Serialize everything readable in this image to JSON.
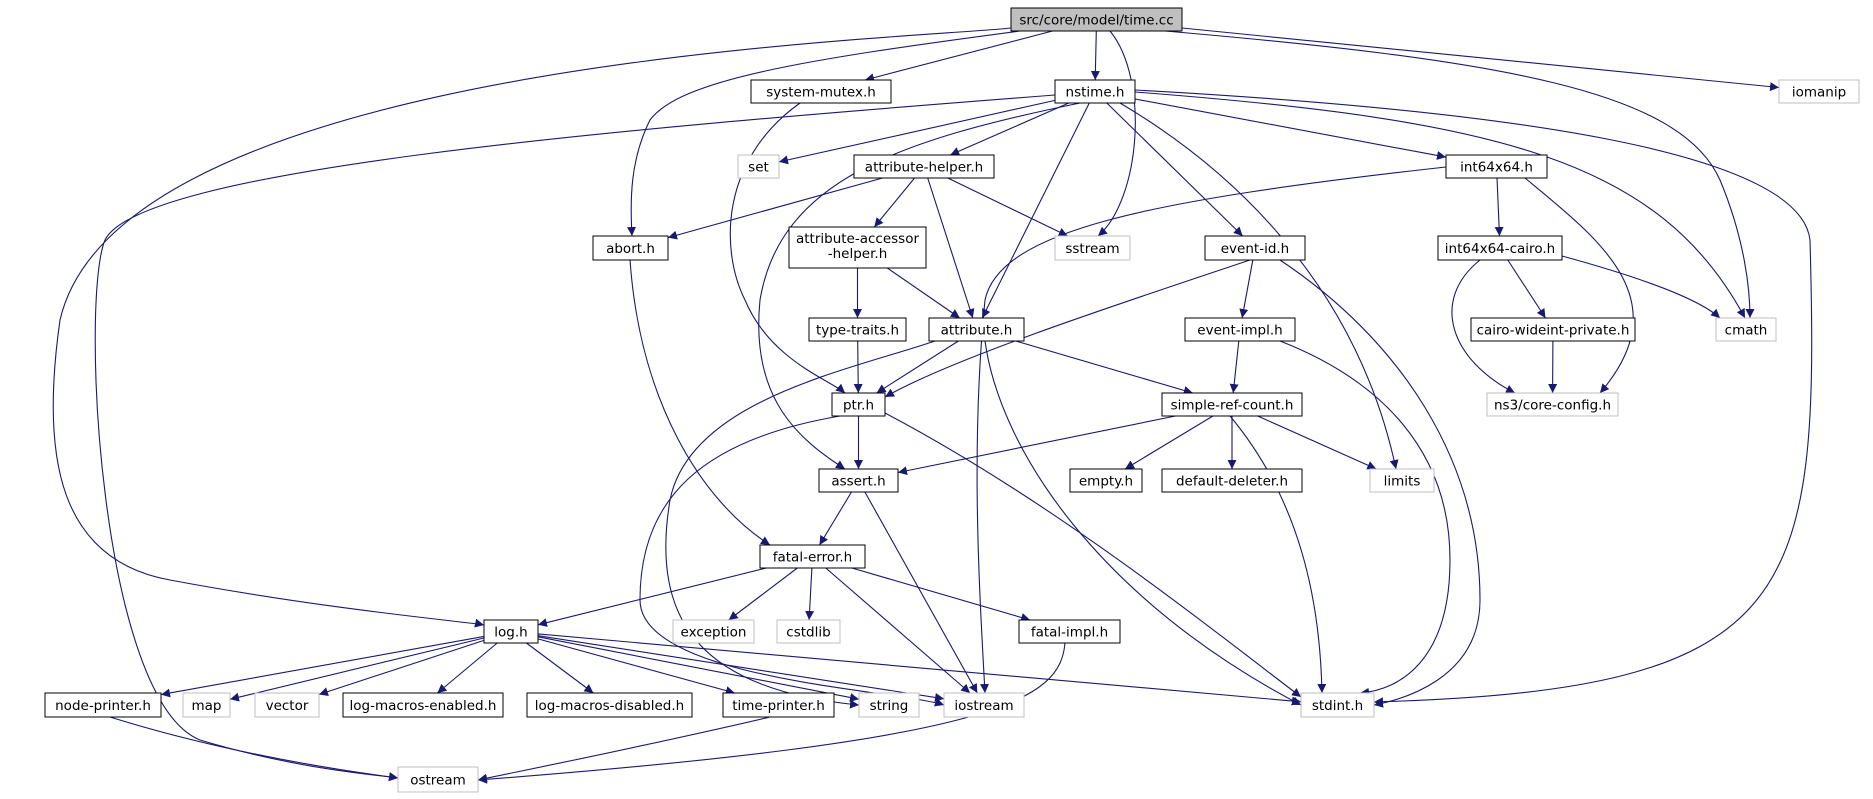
{
  "graph": {
    "title": "src/core/model/time.cc",
    "colors": {
      "edge": "#191970",
      "node_border": "#000000",
      "external_border": "#bfbfbf",
      "root_fill": "#bfbfbf",
      "background": "#ffffff"
    },
    "nodes": [
      {
        "id": "time_cc",
        "label": "src/core/model/time.cc",
        "kind": "root"
      },
      {
        "id": "system_mutex",
        "label": "system-mutex.h",
        "kind": "internal"
      },
      {
        "id": "nstime",
        "label": "nstime.h",
        "kind": "internal"
      },
      {
        "id": "iomanip",
        "label": "iomanip",
        "kind": "external"
      },
      {
        "id": "set",
        "label": "set",
        "kind": "external"
      },
      {
        "id": "attribute_helper",
        "label": "attribute-helper.h",
        "kind": "internal"
      },
      {
        "id": "int64x64",
        "label": "int64x64.h",
        "kind": "internal"
      },
      {
        "id": "abort",
        "label": "abort.h",
        "kind": "internal"
      },
      {
        "id": "attribute_accessor_helper",
        "label": "attribute-accessor\n-helper.h",
        "kind": "internal"
      },
      {
        "id": "sstream",
        "label": "sstream",
        "kind": "external"
      },
      {
        "id": "event_id",
        "label": "event-id.h",
        "kind": "internal"
      },
      {
        "id": "int64x64_cairo",
        "label": "int64x64-cairo.h",
        "kind": "internal"
      },
      {
        "id": "type_traits",
        "label": "type-traits.h",
        "kind": "internal"
      },
      {
        "id": "attribute",
        "label": "attribute.h",
        "kind": "internal"
      },
      {
        "id": "event_impl",
        "label": "event-impl.h",
        "kind": "internal"
      },
      {
        "id": "cairo_wideint",
        "label": "cairo-wideint-private.h",
        "kind": "internal"
      },
      {
        "id": "cmath",
        "label": "cmath",
        "kind": "external"
      },
      {
        "id": "ptr",
        "label": "ptr.h",
        "kind": "internal"
      },
      {
        "id": "simple_ref_count",
        "label": "simple-ref-count.h",
        "kind": "internal"
      },
      {
        "id": "core_config",
        "label": "ns3/core-config.h",
        "kind": "external"
      },
      {
        "id": "assert",
        "label": "assert.h",
        "kind": "internal"
      },
      {
        "id": "empty",
        "label": "empty.h",
        "kind": "internal"
      },
      {
        "id": "default_deleter",
        "label": "default-deleter.h",
        "kind": "internal"
      },
      {
        "id": "limits",
        "label": "limits",
        "kind": "external"
      },
      {
        "id": "fatal_error",
        "label": "fatal-error.h",
        "kind": "internal"
      },
      {
        "id": "log",
        "label": "log.h",
        "kind": "internal"
      },
      {
        "id": "exception",
        "label": "exception",
        "kind": "external"
      },
      {
        "id": "cstdlib",
        "label": "cstdlib",
        "kind": "external"
      },
      {
        "id": "fatal_impl",
        "label": "fatal-impl.h",
        "kind": "internal"
      },
      {
        "id": "node_printer",
        "label": "node-printer.h",
        "kind": "internal"
      },
      {
        "id": "map",
        "label": "map",
        "kind": "external"
      },
      {
        "id": "vector",
        "label": "vector",
        "kind": "external"
      },
      {
        "id": "log_macros_enabled",
        "label": "log-macros-enabled.h",
        "kind": "internal"
      },
      {
        "id": "log_macros_disabled",
        "label": "log-macros-disabled.h",
        "kind": "internal"
      },
      {
        "id": "time_printer",
        "label": "time-printer.h",
        "kind": "internal"
      },
      {
        "id": "string",
        "label": "string",
        "kind": "external"
      },
      {
        "id": "iostream",
        "label": "iostream",
        "kind": "external"
      },
      {
        "id": "stdint",
        "label": "stdint.h",
        "kind": "external"
      },
      {
        "id": "ostream",
        "label": "ostream",
        "kind": "external"
      }
    ],
    "edges": [
      [
        "time_cc",
        "system_mutex"
      ],
      [
        "time_cc",
        "nstime"
      ],
      [
        "time_cc",
        "iomanip"
      ],
      [
        "time_cc",
        "abort"
      ],
      [
        "time_cc",
        "sstream"
      ],
      [
        "time_cc",
        "cmath"
      ],
      [
        "time_cc",
        "log"
      ],
      [
        "system_mutex",
        "ptr"
      ],
      [
        "nstime",
        "set"
      ],
      [
        "nstime",
        "attribute_helper"
      ],
      [
        "nstime",
        "int64x64"
      ],
      [
        "nstime",
        "event_id"
      ],
      [
        "nstime",
        "attribute"
      ],
      [
        "nstime",
        "assert"
      ],
      [
        "nstime",
        "limits"
      ],
      [
        "nstime",
        "cmath"
      ],
      [
        "nstime",
        "stdint"
      ],
      [
        "nstime",
        "ostream"
      ],
      [
        "attribute_helper",
        "abort"
      ],
      [
        "attribute_helper",
        "attribute_accessor_helper"
      ],
      [
        "attribute_helper",
        "sstream"
      ],
      [
        "attribute_helper",
        "attribute"
      ],
      [
        "attribute_accessor_helper",
        "type_traits"
      ],
      [
        "attribute_accessor_helper",
        "attribute"
      ],
      [
        "int64x64",
        "int64x64_cairo"
      ],
      [
        "int64x64",
        "core_config"
      ],
      [
        "int64x64",
        "iostream"
      ],
      [
        "int64x64_cairo",
        "cairo_wideint"
      ],
      [
        "int64x64_cairo",
        "cmath"
      ],
      [
        "int64x64_cairo",
        "core_config"
      ],
      [
        "cairo_wideint",
        "core_config"
      ],
      [
        "abort",
        "fatal_error"
      ],
      [
        "event_id",
        "event_impl"
      ],
      [
        "event_id",
        "ptr"
      ],
      [
        "event_id",
        "stdint"
      ],
      [
        "event_impl",
        "simple_ref_count"
      ],
      [
        "event_impl",
        "stdint"
      ],
      [
        "type_traits",
        "ptr"
      ],
      [
        "attribute",
        "ptr"
      ],
      [
        "attribute",
        "simple_ref_count"
      ],
      [
        "attribute",
        "stdint"
      ],
      [
        "attribute",
        "string"
      ],
      [
        "ptr",
        "assert"
      ],
      [
        "ptr",
        "iostream"
      ],
      [
        "ptr",
        "stdint"
      ],
      [
        "simple_ref_count",
        "assert"
      ],
      [
        "simple_ref_count",
        "empty"
      ],
      [
        "simple_ref_count",
        "default_deleter"
      ],
      [
        "simple_ref_count",
        "limits"
      ],
      [
        "simple_ref_count",
        "stdint"
      ],
      [
        "assert",
        "fatal_error"
      ],
      [
        "assert",
        "iostream"
      ],
      [
        "fatal_error",
        "log"
      ],
      [
        "fatal_error",
        "exception"
      ],
      [
        "fatal_error",
        "cstdlib"
      ],
      [
        "fatal_error",
        "fatal_impl"
      ],
      [
        "fatal_error",
        "iostream"
      ],
      [
        "fatal_impl",
        "ostream"
      ],
      [
        "log",
        "node_printer"
      ],
      [
        "log",
        "map"
      ],
      [
        "log",
        "vector"
      ],
      [
        "log",
        "log_macros_enabled"
      ],
      [
        "log",
        "log_macros_disabled"
      ],
      [
        "log",
        "time_printer"
      ],
      [
        "log",
        "string"
      ],
      [
        "log",
        "iostream"
      ],
      [
        "log",
        "stdint"
      ],
      [
        "node_printer",
        "ostream"
      ],
      [
        "time_printer",
        "ostream"
      ]
    ]
  }
}
